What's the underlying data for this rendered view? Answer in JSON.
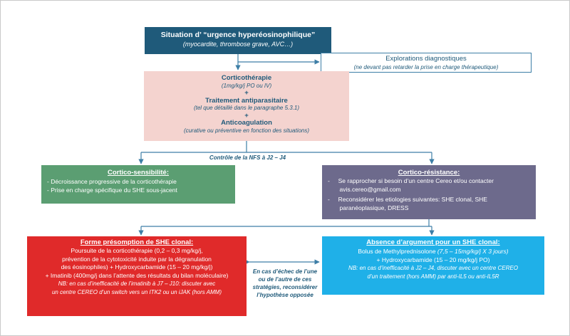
{
  "situation": {
    "title": "Situation d’ “urgence hyperéosinophilique”",
    "subtitle": "(myocardite, thrombose grave, AVC…)"
  },
  "explorations": {
    "title": "Explorations diagnostiques",
    "subtitle": "(ne devant pas retarder la prise en charge thérapeutique)"
  },
  "treatment": {
    "cortico_title": "Corticothérapie",
    "cortico_detail": "(1mg/kg/j PO ou IV)",
    "plus1": "+",
    "antiparasitaire_title": "Traitement antiparasitaire",
    "antiparasitaire_detail": "(tel que détaillé dans le paragraphe 5.3.1)",
    "plus2": "+",
    "anticoag_title": "Anticoagulation",
    "anticoag_detail": "(curative ou préventive en fonction des situations)"
  },
  "nfs_label": "Contrôle de la NFS à J2 – J4",
  "cortico_sensibilite": {
    "title": "Cortico-sensibilité:",
    "items": [
      "-     Décroissance progressive de la corticothérapie",
      "-     Prise en charge spécifique du SHE sous-jacent"
    ]
  },
  "cortico_resistance": {
    "title": "Cortico-résistance:",
    "items": [
      "-     Se rapprocher si besoin d’un centre Cereo et/ou contacter",
      "       avis.cereo@gmail.com",
      "-     Reconsidérer les etiologies suivantes: SHE clonal, SHE",
      "       paranéoplasique, DRESS"
    ]
  },
  "clonal": {
    "title": "Forme présomption de SHE clonal:",
    "lines": [
      "Poursuite de la corticothérapie (0,2 – 0,3 mg/kg/j,",
      "prévention  de la cytotoxicité induite par la dégranulation",
      "des éosinophiles) + Hydroxycarbamide (15 – 20 mg/kg/j)",
      "+ Imatinib (400mg/j dans l’attente des résultats du bilan moléculaire)"
    ],
    "notes": [
      "NB: en cas d’inefficacité de l’imatinib à J7 – J10: discuter avec",
      "un centre CEREO d’un switch vers un ITK2 ou un iJAK (hors AMM)"
    ]
  },
  "non_clonal": {
    "title": "Absence d’argument pour un SHE clonal:",
    "line1_prefix": "Bolus de Methylprednisolone ",
    "line1_italic": "(7,5 – 15mg/kg/j X 3 jours)",
    "line2": "+ Hydroxycarbamide (15 – 20 mg/kg/j PO)",
    "notes": [
      "NB: en cas d’inefficacité à J2 – J4, discuter avec un centre CEREO",
      "d’un traitement (hors AMM) par anti-IL5 ou anti-IL5R"
    ]
  },
  "middle_note": [
    "En cas d’échec de l’une",
    "ou de l’autre de ces",
    "stratégies, reconsidérer",
    "l’hypothèse opposée"
  ],
  "colors": {
    "navy": "#1f5a7a",
    "pink": "#f4d3cf",
    "green": "#5b9e72",
    "purple_grey": "#6d6a8c",
    "red": "#e02a2a",
    "cyan": "#1fb0e8",
    "arrow": "#3d7ea6"
  }
}
